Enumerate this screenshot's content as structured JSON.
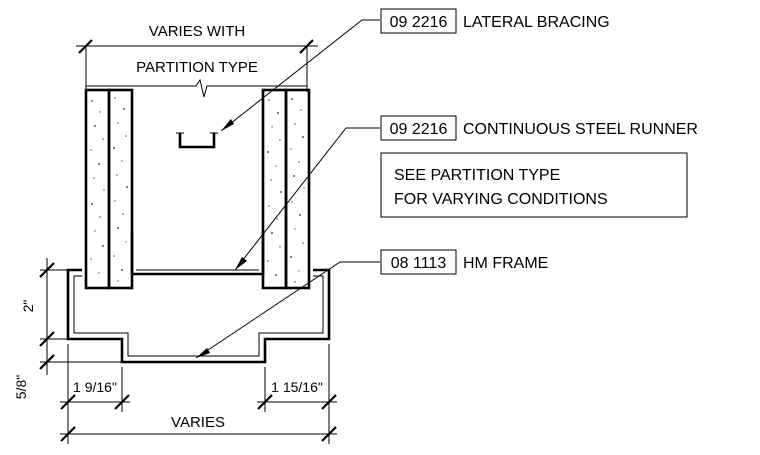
{
  "dimensions": {
    "top_line1": "VARIES WITH",
    "top_line2": "PARTITION TYPE",
    "left_jamb": "1 9/16\"",
    "right_jamb": "1 15/16\"",
    "bottom": "VARIES",
    "vertical_2": "2\"",
    "vertical_58": "5/8\""
  },
  "callouts": [
    {
      "code": "09 2216",
      "label": "LATERAL BRACING"
    },
    {
      "code": "09 2216",
      "label": "CONTINUOUS STEEL RUNNER"
    },
    {
      "code": "08 1113",
      "label": "HM FRAME"
    }
  ],
  "note": {
    "line1": "SEE PARTITION TYPE",
    "line2": "FOR VARYING CONDITIONS"
  },
  "colors": {
    "line": "#000000",
    "background": "#ffffff"
  }
}
